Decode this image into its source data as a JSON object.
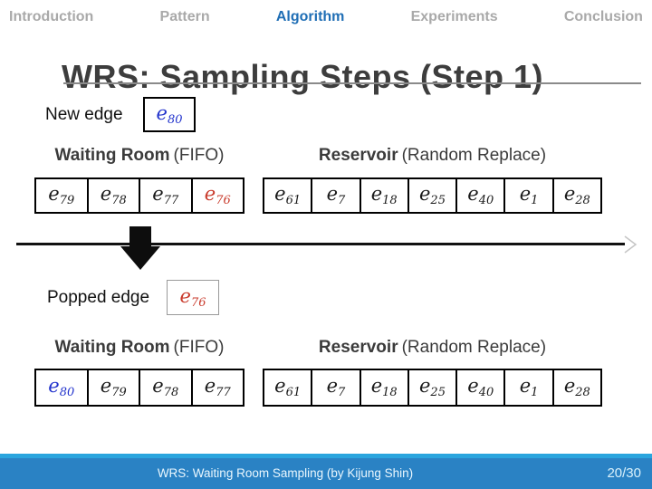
{
  "nav": {
    "active_color": "#1F6EB5",
    "inactive_color": "#A9A9A9",
    "items": [
      {
        "label": "Introduction",
        "active": false
      },
      {
        "label": "Pattern",
        "active": false
      },
      {
        "label": "Algorithm",
        "active": true
      },
      {
        "label": "Experiments",
        "active": false
      },
      {
        "label": "Conclusion",
        "active": false
      }
    ]
  },
  "title": "WRS: Sampling Steps (Step 1)",
  "before": {
    "caption": "New edge",
    "edge": {
      "base": "e",
      "sub": "80",
      "color": "#2233CC"
    },
    "waiting_room": {
      "name": "Waiting Room",
      "qualifier": "(FIFO)",
      "cells": [
        {
          "base": "e",
          "sub": "79",
          "color": "#1A1A1A"
        },
        {
          "base": "e",
          "sub": "78",
          "color": "#1A1A1A"
        },
        {
          "base": "e",
          "sub": "77",
          "color": "#1A1A1A"
        },
        {
          "base": "e",
          "sub": "76",
          "color": "#C93A2B"
        }
      ]
    },
    "reservoir": {
      "name": "Reservoir",
      "qualifier": "(Random Replace)",
      "cells": [
        {
          "base": "e",
          "sub": "61",
          "color": "#1A1A1A"
        },
        {
          "base": "e",
          "sub": "7",
          "color": "#1A1A1A"
        },
        {
          "base": "e",
          "sub": "18",
          "color": "#1A1A1A"
        },
        {
          "base": "e",
          "sub": "25",
          "color": "#1A1A1A"
        },
        {
          "base": "e",
          "sub": "40",
          "color": "#1A1A1A"
        },
        {
          "base": "e",
          "sub": "1",
          "color": "#1A1A1A"
        },
        {
          "base": "e",
          "sub": "28",
          "color": "#1A1A1A"
        }
      ]
    }
  },
  "after": {
    "caption": "Popped edge",
    "edge": {
      "base": "e",
      "sub": "76",
      "color": "#C93A2B"
    },
    "waiting_room": {
      "name": "Waiting Room",
      "qualifier": "(FIFO)",
      "cells": [
        {
          "base": "e",
          "sub": "80",
          "color": "#2233CC"
        },
        {
          "base": "e",
          "sub": "79",
          "color": "#1A1A1A"
        },
        {
          "base": "e",
          "sub": "78",
          "color": "#1A1A1A"
        },
        {
          "base": "e",
          "sub": "77",
          "color": "#1A1A1A"
        }
      ]
    },
    "reservoir": {
      "name": "Reservoir",
      "qualifier": "(Random Replace)",
      "cells": [
        {
          "base": "e",
          "sub": "61",
          "color": "#1A1A1A"
        },
        {
          "base": "e",
          "sub": "7",
          "color": "#1A1A1A"
        },
        {
          "base": "e",
          "sub": "18",
          "color": "#1A1A1A"
        },
        {
          "base": "e",
          "sub": "25",
          "color": "#1A1A1A"
        },
        {
          "base": "e",
          "sub": "40",
          "color": "#1A1A1A"
        },
        {
          "base": "e",
          "sub": "1",
          "color": "#1A1A1A"
        },
        {
          "base": "e",
          "sub": "28",
          "color": "#1A1A1A"
        }
      ]
    }
  },
  "footer": {
    "text": "WRS: Waiting Room Sampling (by Kijung Shin)",
    "page": "20/30",
    "strip_color": "#2AA5DE",
    "bar_color": "#2A82C4"
  }
}
